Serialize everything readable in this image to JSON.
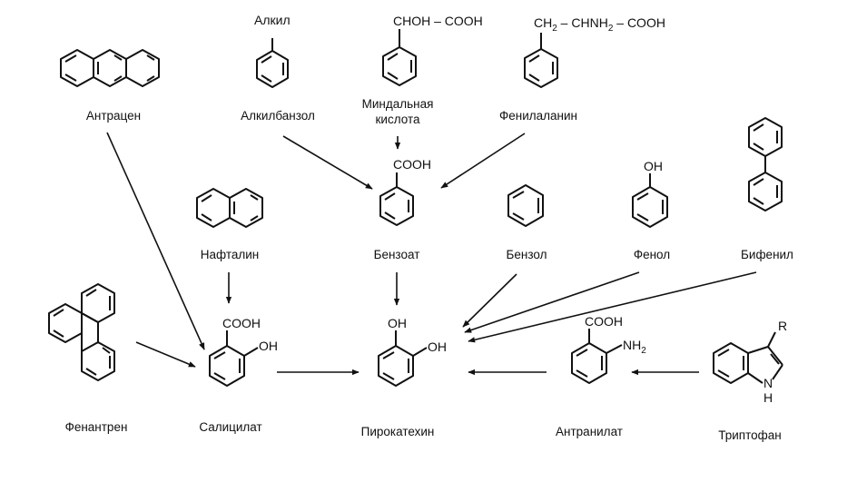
{
  "labels": {
    "anthracene": "Антрацен",
    "alkyl": "Алкил",
    "alkylbenzene": "Алкилбанзол",
    "mandelic_line1": "Миндальная",
    "mandelic_line2": "кислота",
    "phenylalanine": "Фенилаланин",
    "naphthalene": "Нафталин",
    "benzoate": "Бензоат",
    "benzene": "Бензол",
    "phenol": "Фенол",
    "biphenyl": "Бифенил",
    "phenanthrene": "Фенантрен",
    "salicylate": "Салицилат",
    "catechol": "Пирокатехин",
    "anthranilate": "Антранилат",
    "tryptophan": "Триптофан"
  },
  "formulas": {
    "cooh": "COOH",
    "oh": "OH",
    "nh": "NH",
    "two": "2",
    "r": "R",
    "h": "H",
    "mandelic_chain": "CHOH – COOH",
    "phe_ch": "CH",
    "phe_rest": " – CHNH",
    "phe_cooh": " – COOH"
  }
}
